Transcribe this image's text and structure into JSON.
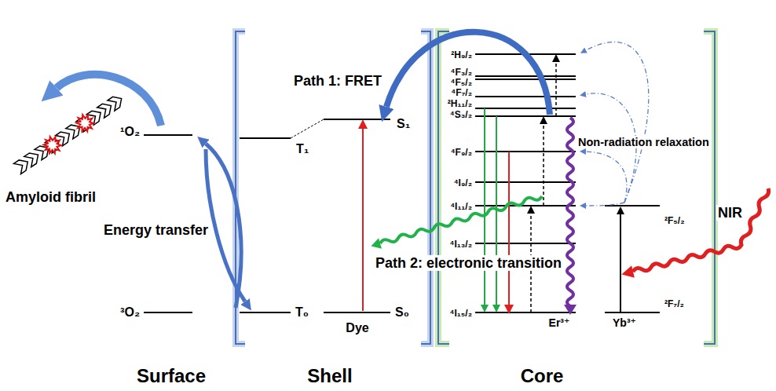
{
  "diagram": {
    "labels": [
      "Path 1: FRET",
      "¹O₂",
      "T₁",
      "S₁",
      "²H₉/₂",
      "⁴F₃/₂",
      "⁴F₅/₂",
      "⁴F₇/₂",
      "²H₁₁/₂",
      "⁴S₃/₂",
      "Non-radiation relaxation",
      "⁴F₉/₂",
      "⁴I₉/₂",
      "⁴I₁₁/₂",
      "²F₅/₂",
      "NIR",
      "Energy transfer",
      "⁴I₁₃/₂",
      "Path 2: electronic transition",
      "³O₂",
      "T₀",
      "S₀",
      "⁴I₁₅/₂",
      "²F₇/₂",
      "Dye",
      "Er³⁺",
      "Yb³⁺",
      "Amyloid fibril",
      "Surface",
      "Shell",
      "Core"
    ]
  }
}
